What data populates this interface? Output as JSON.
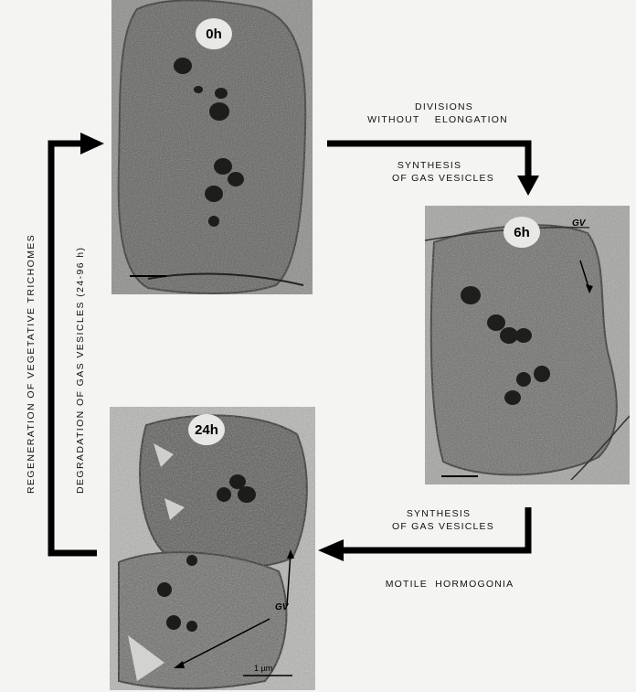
{
  "panels": {
    "p0": {
      "time": "0h"
    },
    "p6": {
      "time": "6h",
      "gv": "GV"
    },
    "p24": {
      "time": "24h",
      "gv": "GV",
      "scale": "1 µm"
    }
  },
  "transitions": {
    "top_line1": "DIVISIONS",
    "top_line2": "WITHOUT    ELONGATION",
    "right_top_line1": "SYNTHESIS",
    "right_top_line2": "OF GAS VESICLES",
    "bottom_line1": "SYNTHESIS",
    "bottom_line2": "OF GAS VESICLES",
    "bottom_below": "MOTILE  HORMOGONIA",
    "left_outer": "REGENERATION  OF  VEGETATIVE  TRICHOMES",
    "left_inner": "DEGRADATION  OF  GAS  VESICLES (24-96 h)"
  }
}
